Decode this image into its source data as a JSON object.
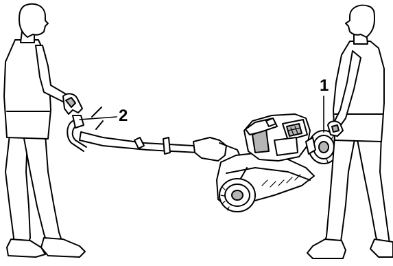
{
  "callouts": {
    "one": "1",
    "two": "2"
  },
  "parts": {
    "left_person": "person-figure",
    "right_person": "person-figure",
    "mower": "lawn-mower",
    "handle": "mower-handle",
    "front_wheel": "wheel"
  },
  "colors": {
    "ink": "#000000",
    "paper": "#ffffff",
    "shade": "#b5b5b5"
  }
}
